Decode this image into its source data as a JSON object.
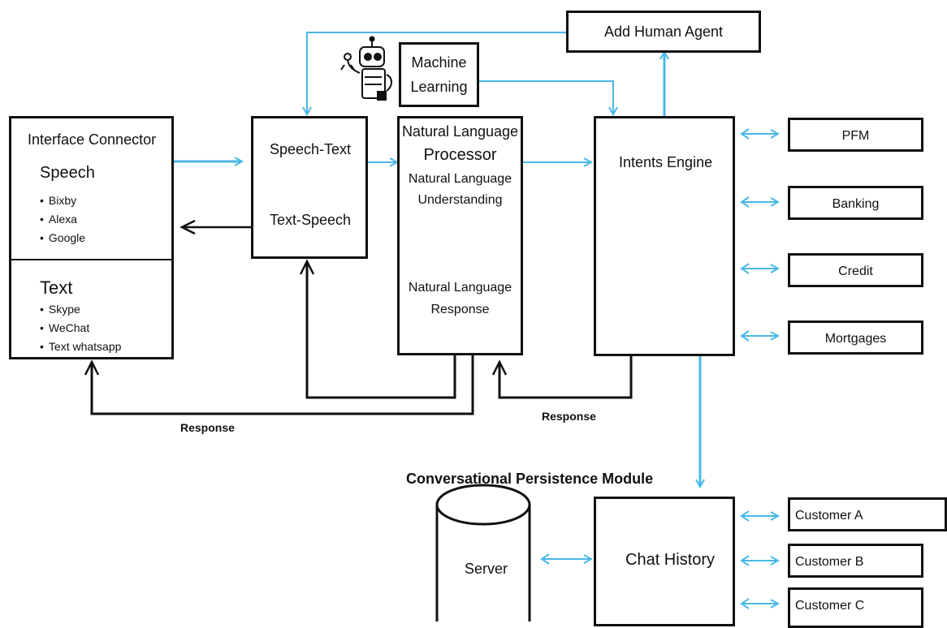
{
  "colors": {
    "stroke": "#111111",
    "flow": "#4ab8e6",
    "background": "#ffffff"
  },
  "interface_connector": {
    "title": "Interface Connector",
    "speech_heading": "Speech",
    "speech_items": [
      "Bixby",
      "Alexa",
      "Google"
    ],
    "text_heading": "Text",
    "text_items": [
      "Skype",
      "WeChat",
      "Text whatsapp"
    ]
  },
  "speech_text": {
    "top": "Speech-Text",
    "bottom": "Text-Speech"
  },
  "nlp": {
    "title_line1": "Natural Language",
    "title_line2": "Processor",
    "nlu_line1": "Natural Language",
    "nlu_line2": "Understanding",
    "nlr_line1": "Natural Language",
    "nlr_line2": "Response"
  },
  "machine_learning": {
    "line1": "Machine",
    "line2": "Learning",
    "robot_icon": "robot-icon"
  },
  "add_human_agent": "Add Human Agent",
  "intents_engine": "Intents Engine",
  "services": [
    "PFM",
    "Banking",
    "Credit",
    "Mortgages"
  ],
  "response_labels": {
    "left": "Response",
    "right": "Response"
  },
  "persistence": {
    "title": "Conversational Persistence Module",
    "server": "Server",
    "chat_history": "Chat History",
    "customers": [
      "Customer A",
      "Customer B",
      "Customer C"
    ]
  }
}
